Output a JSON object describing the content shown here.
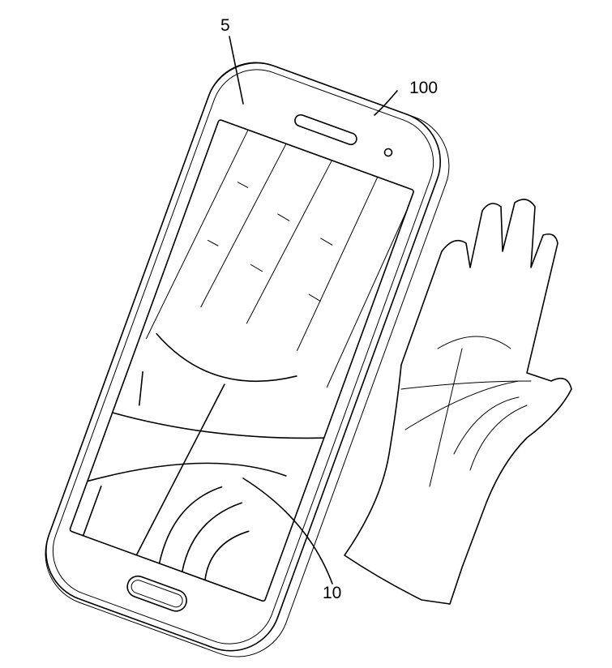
{
  "figure": {
    "labels": {
      "screen_ref": "5",
      "device_ref": "100",
      "palm_image_ref": "10"
    }
  }
}
